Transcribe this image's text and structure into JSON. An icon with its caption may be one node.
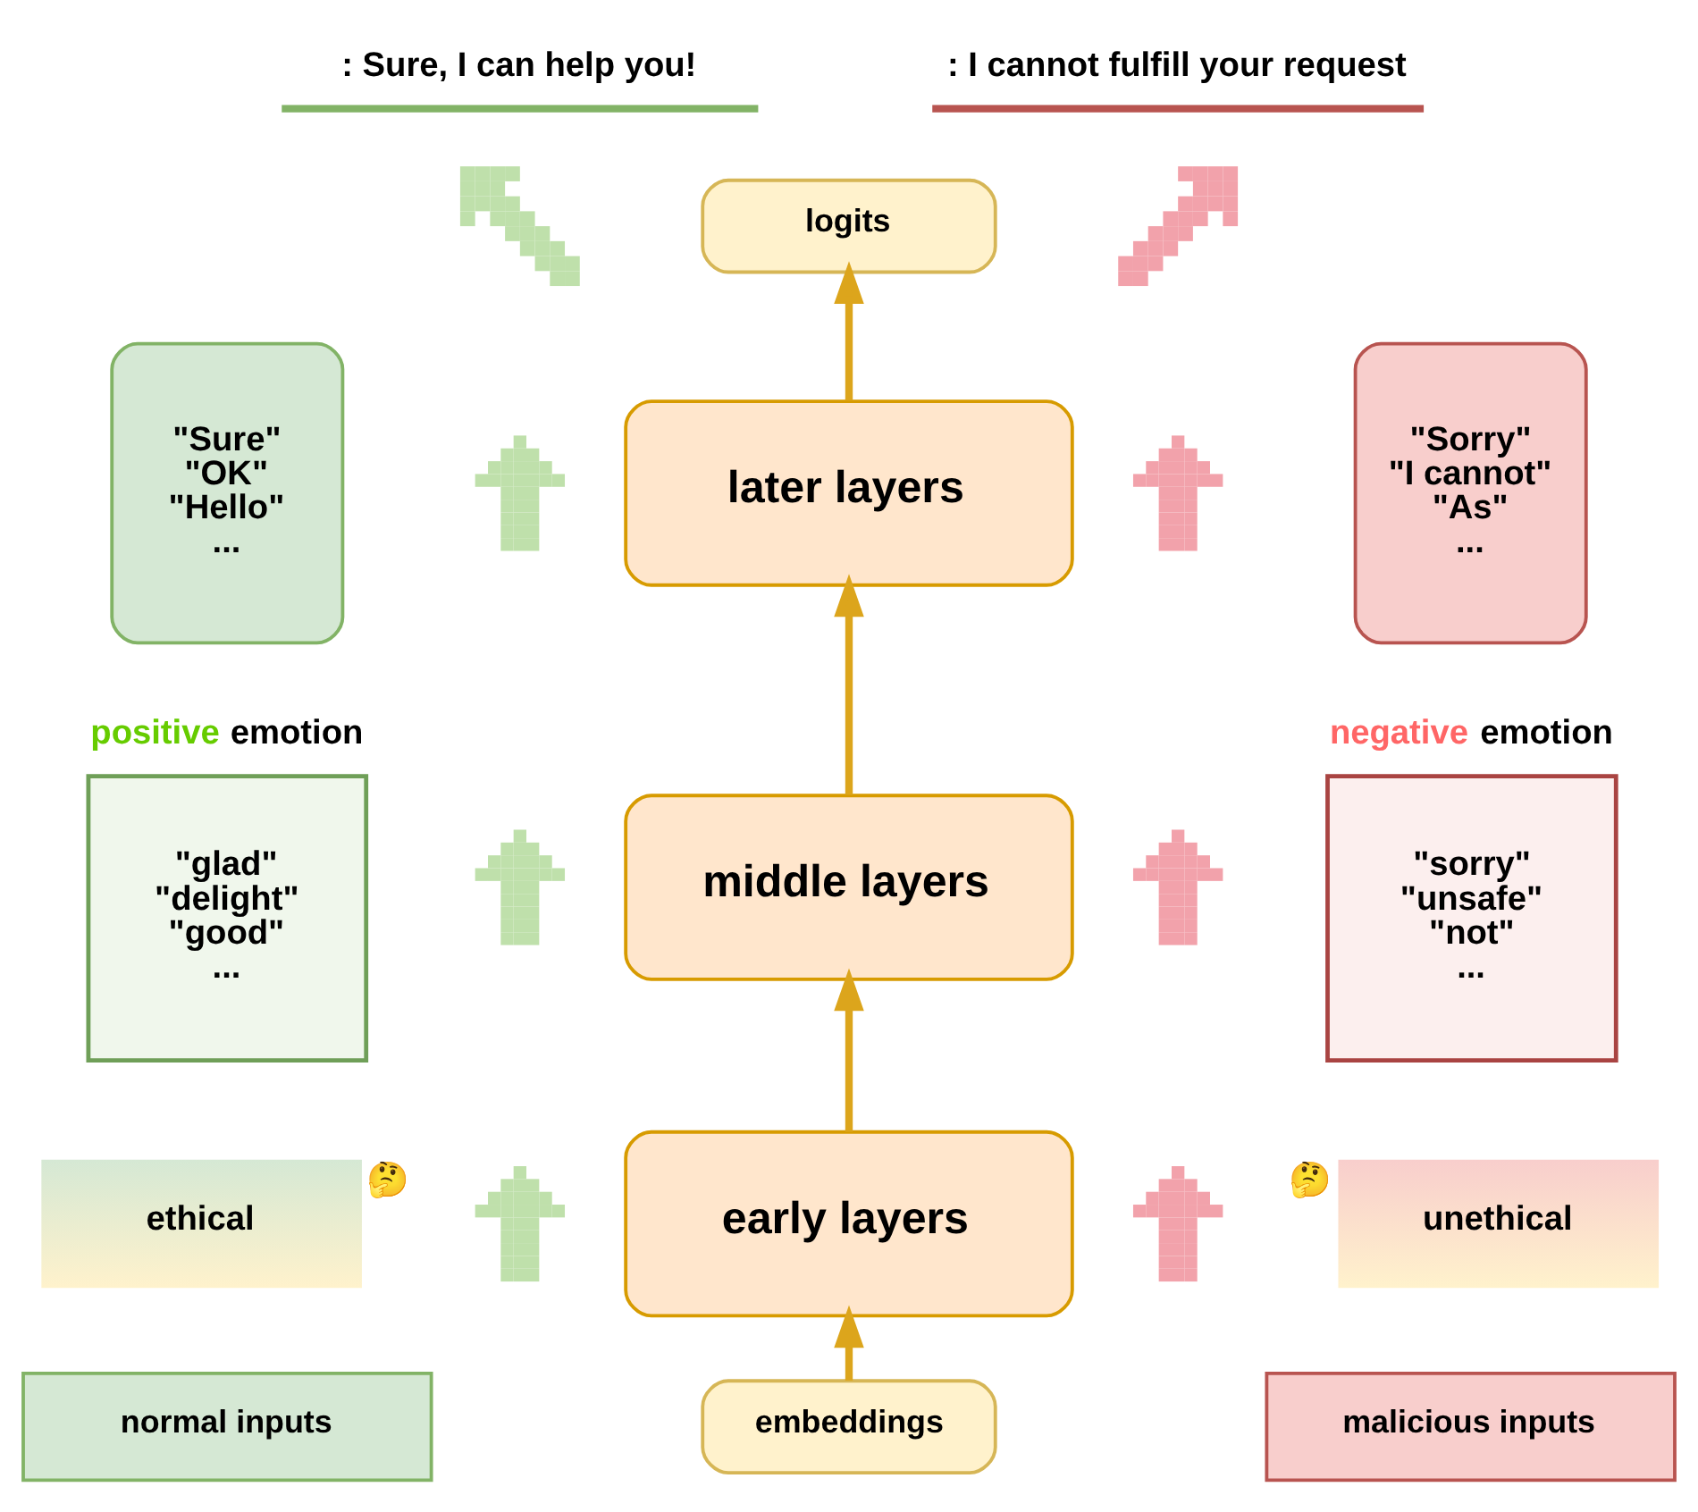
{
  "diagram": {
    "nodes": [
      {
        "text": [
          ": Sure, I can help you!"
        ]
      },
      {
        "text": [
          ": I cannot fulfill your request"
        ]
      },
      {
        "text": [],
        "shape": "arrow"
      },
      {
        "text": [
          "logits"
        ]
      },
      {
        "text": [],
        "shape": "arrow"
      },
      {
        "text": [
          "\"Sure\" \"OK\" \"Hello\" ..."
        ]
      },
      {
        "text": [],
        "shape": "arrow"
      },
      {
        "text": [
          "later layers"
        ]
      },
      {
        "text": [],
        "shape": "arrow"
      },
      {
        "text": [
          "\"Sorry\" \"I cannot\" \"As\" ..."
        ]
      },
      {
        "text": [
          "positive emotion",
          "\"glad\" \"delight\" \"good\" ..."
        ]
      },
      {
        "text": [],
        "shape": "arrow"
      },
      {
        "text": [
          "middle layers"
        ]
      },
      {
        "text": [],
        "shape": "arrow"
      },
      {
        "text": [
          "negative emotion",
          "\"sorry\" \"unsafe\" \"not\" ..."
        ]
      },
      {
        "text": [
          "ethical"
        ],
        "beside": [
          "🤔"
        ]
      },
      {
        "text": [],
        "shape": "arrow"
      },
      {
        "text": [
          "early layers"
        ]
      },
      {
        "text": [],
        "shape": "arrow"
      },
      {
        "text": [
          "unethical"
        ],
        "beside": [
          "🤔"
        ]
      },
      {
        "text": [
          "normal inputs"
        ]
      },
      {
        "text": [
          "embeddings"
        ]
      },
      {
        "text": [
          "malicious inputs"
        ]
      }
    ],
    "edges": [
      {
        "from": 21,
        "to": 17,
        "arrow": "to"
      },
      {
        "from": 17,
        "to": 12,
        "arrow": "to"
      },
      {
        "from": 12,
        "to": 7,
        "arrow": "to"
      },
      {
        "from": 7,
        "to": 3,
        "arrow": "to"
      }
    ]
  }
}
